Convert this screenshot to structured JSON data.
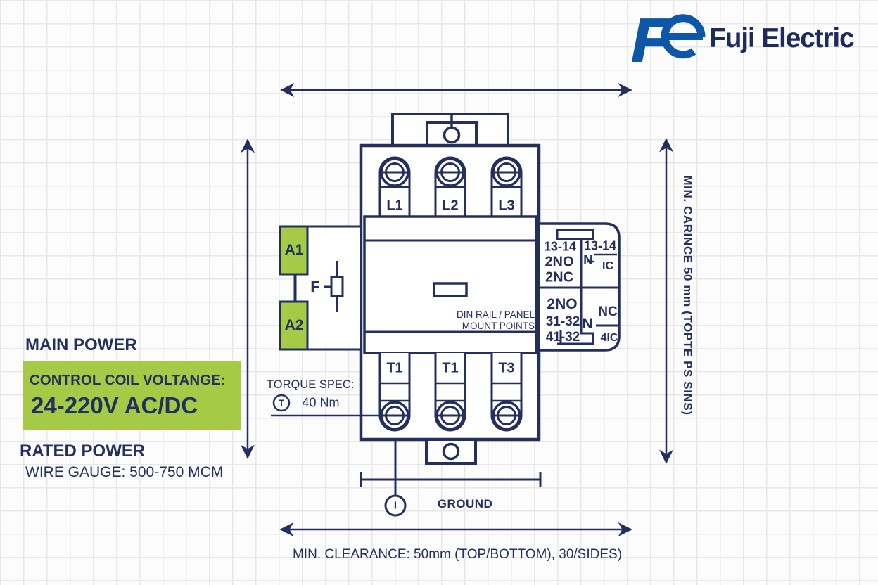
{
  "colors": {
    "navy": "#232f5e",
    "green": "#a5ca45",
    "logo_blue": "#0d57a8",
    "logo_text": "#1a2b5c",
    "grid_line": "#e8e8e8",
    "background": "#fcfcfc"
  },
  "logo": {
    "mark_f": "F",
    "brand": "Fuji Electric"
  },
  "contactor": {
    "top_terminals": [
      "L1",
      "L2",
      "L3"
    ],
    "bottom_terminals": [
      "T1",
      "T1",
      "T3"
    ],
    "coil_terminals": [
      "A1",
      "A2"
    ],
    "fuse_label": "F",
    "din_note_line1": "DIN RAIL / PANEL",
    "din_note_line2": "MOUNT POINTS",
    "aux": {
      "top_left_rows": [
        "13-14",
        "2NO",
        "2NC"
      ],
      "top_right_row1": "13-14",
      "top_right_n": "N",
      "top_right_frac_bottom": "IC",
      "bottom_left_rows": [
        "2NO",
        "31-32",
        "41-32"
      ],
      "bottom_right_n": "N",
      "bottom_right_frac_top": "NC",
      "bottom_right_frac_bottom": "4IC"
    }
  },
  "left_panel": {
    "main_power": "MAIN POWER",
    "coil_voltage_label": "CONTROL COIL VOLTANGE:",
    "coil_voltage_value": "24-220V AC/DC",
    "rated_power": "RATED POWER",
    "wire_gauge": "WIRE GAUGE: 500-750 MCM"
  },
  "annotations": {
    "torque_label": "TORQUE SPEC:",
    "torque_symbol": "T",
    "torque_value": "40 Nm",
    "ground_symbol": "I",
    "ground_label": "GROUND",
    "bottom_clearance": "MIN. CLEARANCE: 50mm (TOP/BOTTOM), 30/SIDES)",
    "right_clearance": "MIN. CARINCE 50 mm (TOPTE PS SINS)"
  }
}
